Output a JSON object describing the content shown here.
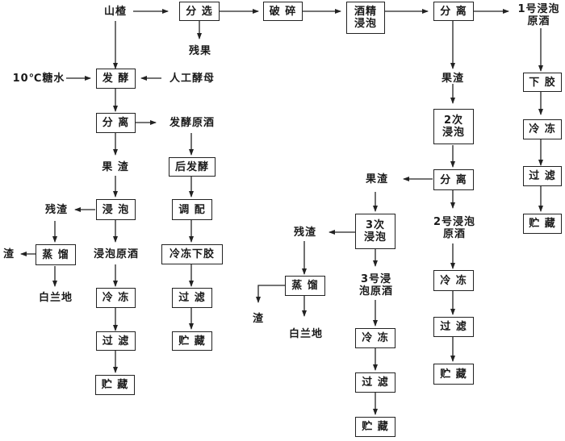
{
  "title": "山楂酒生产工艺流程",
  "nodes": {
    "shanzha": "山楂",
    "fenxuan": "分 选",
    "posui": "破 碎",
    "jiujing_jinpao": "酒精\n浸泡",
    "fenli_1": "分 离",
    "yuanjiu_1": "1号浸泡\n原酒",
    "canguo": "残果",
    "tangshui": "10℃糖水",
    "fajiao": "发 酵",
    "rengong_jiaomu": "人工酵母",
    "fenli_left": "分 离",
    "fajiao_yuanjiu": "发酵原酒",
    "guozha_left": "果 渣",
    "houfajiao": "后发酵",
    "jinpao_left": "浸 泡",
    "tiaopei": "调 配",
    "canzha_left": "残渣",
    "zhengliu_left": "蒸 馏",
    "jinpao_yuanjiu": "浸泡原酒",
    "lengdong_xiajiao": "冷冻下胶",
    "zha_left": "渣",
    "bailandi_left": "白兰地",
    "lengdong_a": "冷 冻",
    "guolv_b": "过 滤",
    "guolv_a": "过 滤",
    "zhucang_b": "贮 藏",
    "zhucang_a": "贮 藏",
    "guozha_1": "果渣",
    "xiajiao": "下 胶",
    "jinpao_2": "2次\n浸泡",
    "lengdong_e": "冷 冻",
    "fenli_2": "分 离",
    "guolv_e": "过 滤",
    "guozha_2": "果渣",
    "zhucang_e": "贮 藏",
    "jinpao_3": "3次\n浸泡",
    "yuanjiu_2": "2号浸泡\n原酒",
    "canzha_mid": "残渣",
    "yuanjiu_3": "3号浸\n泡原酒",
    "zhengliu_mid": "蒸 馏",
    "lengdong_d": "冷 冻",
    "zha_mid": "渣",
    "bailandi_mid": "白兰地",
    "guolv_d": "过 滤",
    "lengdong_c": "冷 冻",
    "zhucang_d": "贮 藏",
    "guolv_c": "过 滤",
    "zhucang_c": "贮 藏"
  }
}
